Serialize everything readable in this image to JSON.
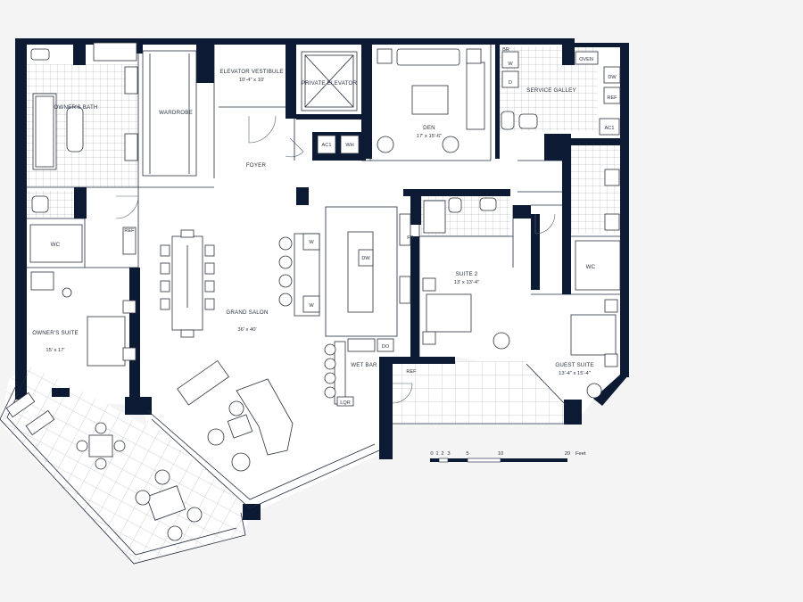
{
  "rooms": {
    "owners_bath": "OWNER'S BATH",
    "wardrobe": "WARDROBE",
    "elevator_vestibule": "ELEVATOR VESTIBULE",
    "elevator_vestibule_size": "10'-4\" x 10'",
    "private_elevator": "PRIVATE ELEVATOR",
    "den": "DEN",
    "den_size": "17' x 15'-6\"",
    "service_gallery": "SERVICE GALLEY",
    "foyer": "FOYER",
    "wc_left": "WC",
    "owners_suite": "OWNER'S SUITE",
    "owners_suite_size": "15' x 17'",
    "grand_salon": "GRAND SALON",
    "grand_salon_size": "36' x 40'",
    "suite2": "SUITE 2",
    "suite2_size": "13' x 13'-4\"",
    "wc_right": "WC",
    "guest_suite": "GUEST SUITE",
    "guest_suite_size": "13'-4\" x 15'-4\"",
    "wet_bar": "WET BAR"
  },
  "fixtures": {
    "br": "BR",
    "oven": "OVEN",
    "dw": "DW",
    "ref": "REF",
    "w": "W",
    "d": "D",
    "ac1": "AC1",
    "wh": "WH",
    "fr": "FR",
    "do": "DO",
    "lqr": "LQR"
  },
  "scale": {
    "ticks": [
      "0",
      "1",
      "2",
      "3",
      "5",
      "10",
      "20"
    ],
    "unit": "Feet"
  }
}
